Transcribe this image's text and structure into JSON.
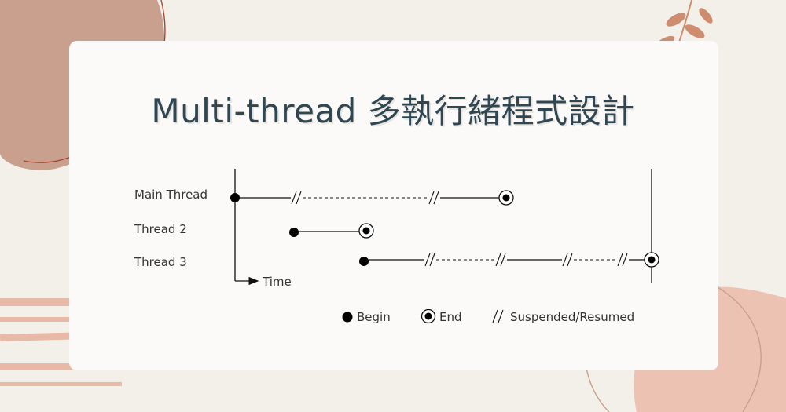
{
  "title": "Multi-thread 多執行緒程式設計",
  "threads": [
    {
      "label": "Main Thread"
    },
    {
      "label": "Thread 2"
    },
    {
      "label": "Thread 3"
    }
  ],
  "axis_label": "Time",
  "legend": {
    "begin": "Begin",
    "end": "End",
    "suspended_symbol": "//",
    "suspended": "Suspended/Resumed"
  },
  "colors": {
    "background": "#f3efe9",
    "card": "#fbfaf8",
    "title": "#2f4653",
    "blob": "#c9a08e",
    "blob_light": "#ecc3b2",
    "leaf": "#cf8d6f",
    "stripes": "#e8b9a6"
  }
}
